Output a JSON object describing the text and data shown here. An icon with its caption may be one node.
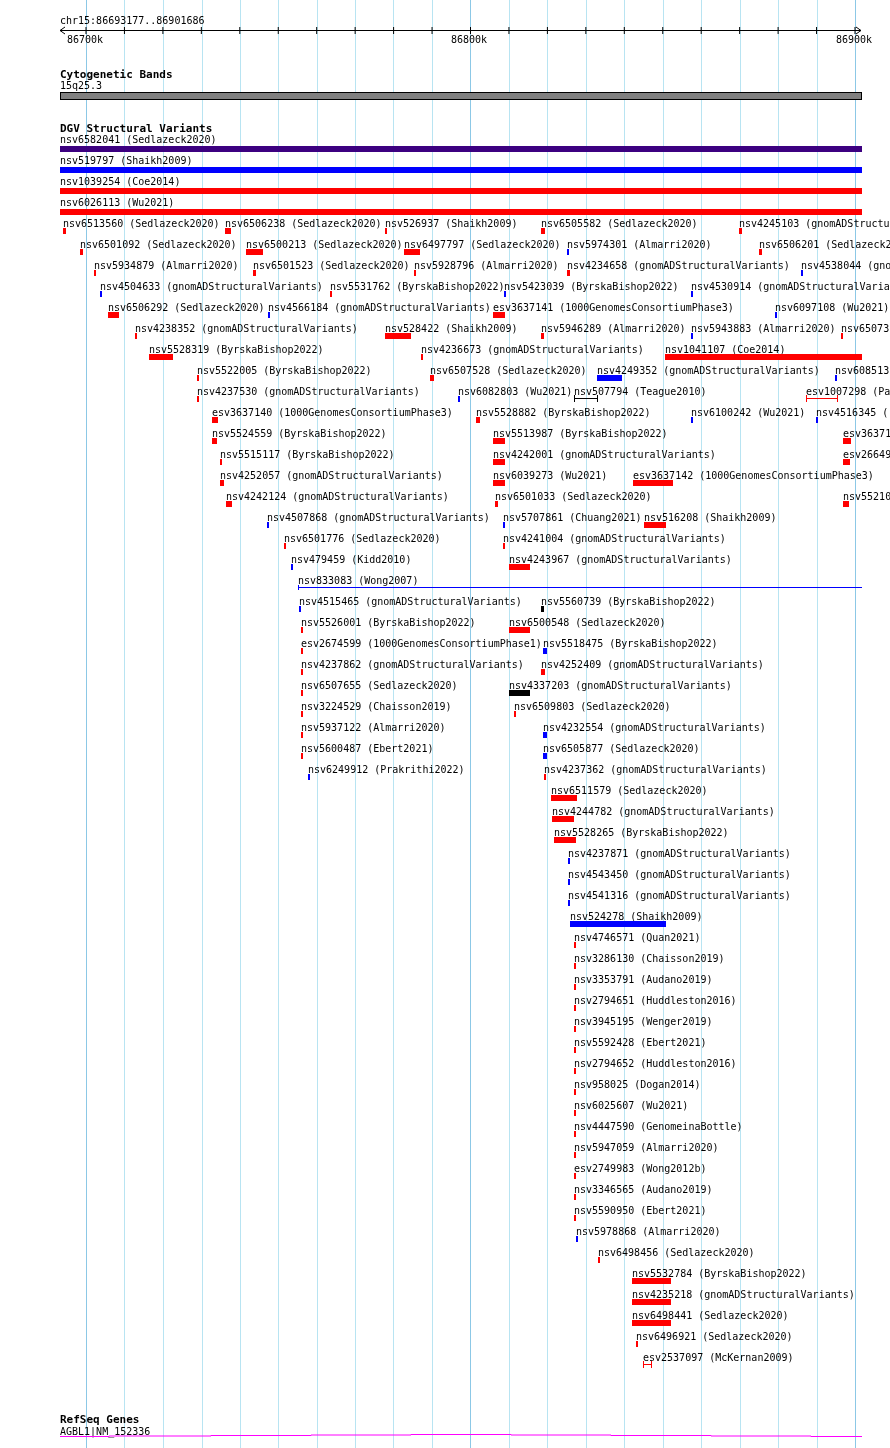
{
  "diagram": {
    "labels": [
      "chr15:86693177..86901686",
      "86700k",
      "86800k",
      "86900k",
      "Cytogenetic Bands",
      "15q25.3",
      "DGV Structural Variants",
      "nsv6582041 (Sedlazeck2020)",
      "nsv519797 (Shaikh2009)",
      "nsv1039254 (Coe2014)",
      "nsv6026113 (Wu2021)",
      "nsv6513560 (Sedlazeck2020)",
      "nsv6506238 (Sedlazeck2020)",
      "nsv526937 (Shaikh2009)",
      "nsv6505582 (Sedlazeck2020)",
      "nsv4245103 (gnomADStructu",
      "nsv6501092 (Sedlazeck2020)",
      "nsv6500213 (Sedlazeck2020)",
      "nsv6497797 (Sedlazeck2020)",
      "nsv5974301 (Almarri2020)",
      "nsv6506201 (Sedlazeck2",
      "nsv5934879 (Almarri2020)",
      "nsv6501523 (Sedlazeck2020)",
      "nsv5928796 (Almarri2020)",
      "nsv4234658 (gnomADStructuralVariants)",
      "nsv4538044 (gno",
      "nsv4504633 (gnomADStructuralVariants)",
      "nsv5531762 (ByrskaBishop2022)",
      "nsv5423039 (ByrskaBishop2022)",
      "nsv4530914 (gnomADStructuralVaria",
      "nsv6506292 (Sedlazeck2020)",
      "nsv4566184 (gnomADStructuralVariants)",
      "esv3637141 (1000GenomesConsortiumPhase3)",
      "nsv6097108 (Wu2021)",
      "nsv4238352 (gnomADStructuralVariants)",
      "nsv528422 (Shaikh2009)",
      "nsv5946289 (Almarri2020)",
      "nsv5943883 (Almarri2020)",
      "nsv65073",
      "nsv5528319 (ByrskaBishop2022)",
      "nsv4236673 (gnomADStructuralVariants)",
      "nsv1041107 (Coe2014)",
      "nsv5522005 (ByrskaBishop2022)",
      "nsv6507528 (Sedlazeck2020)",
      "nsv4249352 (gnomADStructuralVariants)",
      "nsv608513",
      "nsv4237530 (gnomADStructuralVariants)",
      "nsv6082803 (Wu2021)",
      "nsv507794 (Teague2010)",
      "esv1007298 (Pa",
      "esv3637140 (1000GenomesConsortiumPhase3)",
      "nsv5528882 (ByrskaBishop2022)",
      "nsv6100242 (Wu2021)",
      "nsv4516345 (",
      "nsv5524559 (ByrskaBishop2022)",
      "nsv5513987 (ByrskaBishop2022)",
      "esv36371",
      "nsv5515117 (ByrskaBishop2022)",
      "nsv4242001 (gnomADStructuralVariants)",
      "esv26649",
      "nsv4252057 (gnomADStructuralVariants)",
      "nsv6039273 (Wu2021)",
      "esv3637142 (1000GenomesConsortiumPhase3)",
      "nsv4242124 (gnomADStructuralVariants)",
      "nsv6501033 (Sedlazeck2020)",
      "nsv55210",
      "nsv4507868 (gnomADStructuralVariants)",
      "nsv5707861 (Chuang2021)",
      "nsv516208 (Shaikh2009)",
      "nsv6501776 (Sedlazeck2020)",
      "nsv4241004 (gnomADStructuralVariants)",
      "nsv479459 (Kidd2010)",
      "nsv4243967 (gnomADStructuralVariants)",
      "nsv833083 (Wong2007)",
      "nsv4515465 (gnomADStructuralVariants)",
      "nsv5560739 (ByrskaBishop2022)",
      "nsv5526001 (ByrskaBishop2022)",
      "nsv6500548 (Sedlazeck2020)",
      "esv2674599 (1000GenomesConsortiumPhase1)",
      "nsv5518475 (ByrskaBishop2022)",
      "nsv4237862 (gnomADStructuralVariants)",
      "nsv4252409 (gnomADStructuralVariants)",
      "nsv6507655 (Sedlazeck2020)",
      "nsv4337203 (gnomADStructuralVariants)",
      "nsv3224529 (Chaisson2019)",
      "nsv6509803 (Sedlazeck2020)",
      "nsv5937122 (Almarri2020)",
      "nsv4232554 (gnomADStructuralVariants)",
      "nsv5600487 (Ebert2021)",
      "nsv6505877 (Sedlazeck2020)",
      "nsv6249912 (Prakrithi2022)",
      "nsv4237362 (gnomADStructuralVariants)",
      "nsv6511579 (Sedlazeck2020)",
      "nsv4244782 (gnomADStructuralVariants)",
      "nsv5528265 (ByrskaBishop2022)",
      "nsv4237871 (gnomADStructuralVariants)",
      "nsv4543450 (gnomADStructuralVariants)",
      "nsv4541316 (gnomADStructuralVariants)",
      "nsv524278 (Shaikh2009)",
      "nsv4746571 (Quan2021)",
      "nsv3286130 (Chaisson2019)",
      "nsv3353791 (Audano2019)",
      "nsv2794651 (Huddleston2016)",
      "nsv3945195 (Wenger2019)",
      "nsv5592428 (Ebert2021)",
      "nsv2794652 (Huddleston2016)",
      "nsv958025 (Dogan2014)",
      "nsv6025607 (Wu2021)",
      "nsv4447590 (GenomeinaBottle)",
      "nsv5947059 (Almarri2020)",
      "esv2749983 (Wong2012b)",
      "nsv3346565 (Audano2019)",
      "nsv5590950 (Ebert2021)",
      "nsv5978868 (Almarri2020)",
      "nsv6498456 (Sedlazeck2020)",
      "nsv5532784 (ByrskaBishop2022)",
      "nsv4235218 (gnomADStructuralVariants)",
      "nsv6498441 (Sedlazeck2020)",
      "nsv6496921 (Sedlazeck2020)",
      "esv2537097 (McKernan2009)",
      "RefSeq Genes",
      "AGBL1|NM_152336"
    ]
  }
}
